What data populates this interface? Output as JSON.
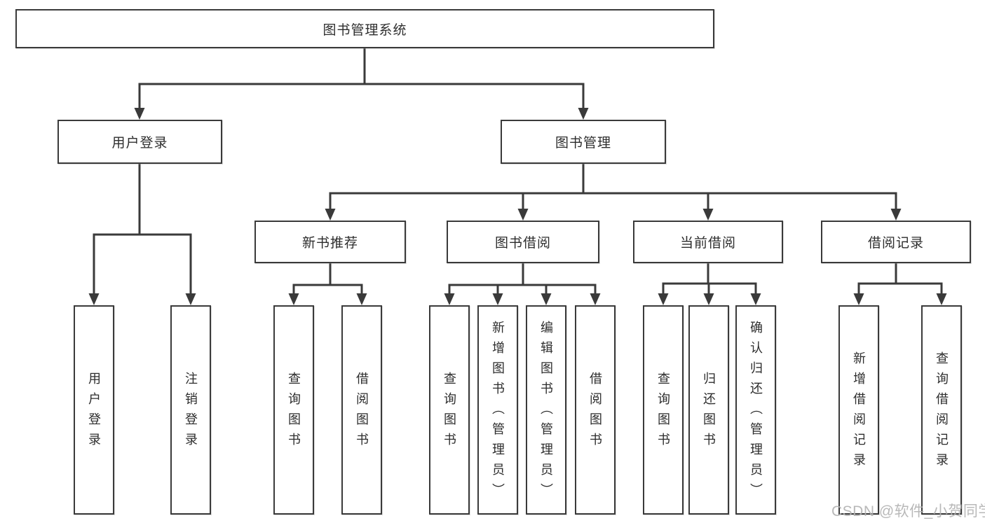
{
  "title": "图书管理系统",
  "tree": {
    "root": {
      "label": "图书管理系统"
    },
    "branches": [
      {
        "label": "用户登录",
        "children": [
          {
            "label": "用户登录"
          },
          {
            "label": "注销登录"
          }
        ]
      },
      {
        "label": "图书管理",
        "children": [
          {
            "label": "新书推荐",
            "children": [
              {
                "label": "查询图书"
              },
              {
                "label": "借阅图书"
              }
            ]
          },
          {
            "label": "图书借阅",
            "children": [
              {
                "label": "查询图书"
              },
              {
                "label": "新增图书（管理员）"
              },
              {
                "label": "编辑图书（管理员）"
              },
              {
                "label": "借阅图书"
              }
            ]
          },
          {
            "label": "当前借阅",
            "children": [
              {
                "label": "查询图书"
              },
              {
                "label": "归还图书"
              },
              {
                "label": "确认归还（管理员）"
              }
            ]
          },
          {
            "label": "借阅记录",
            "children": [
              {
                "label": "新增借阅记录"
              },
              {
                "label": "查询借阅记录"
              }
            ]
          }
        ]
      }
    ]
  },
  "watermark": {
    "text": "CSDN @软件_小贺同学",
    "color": "#b2b2b2"
  },
  "colors": {
    "line": "#3a3a3a",
    "text": "#2d2d2d",
    "background": "#ffffff"
  }
}
